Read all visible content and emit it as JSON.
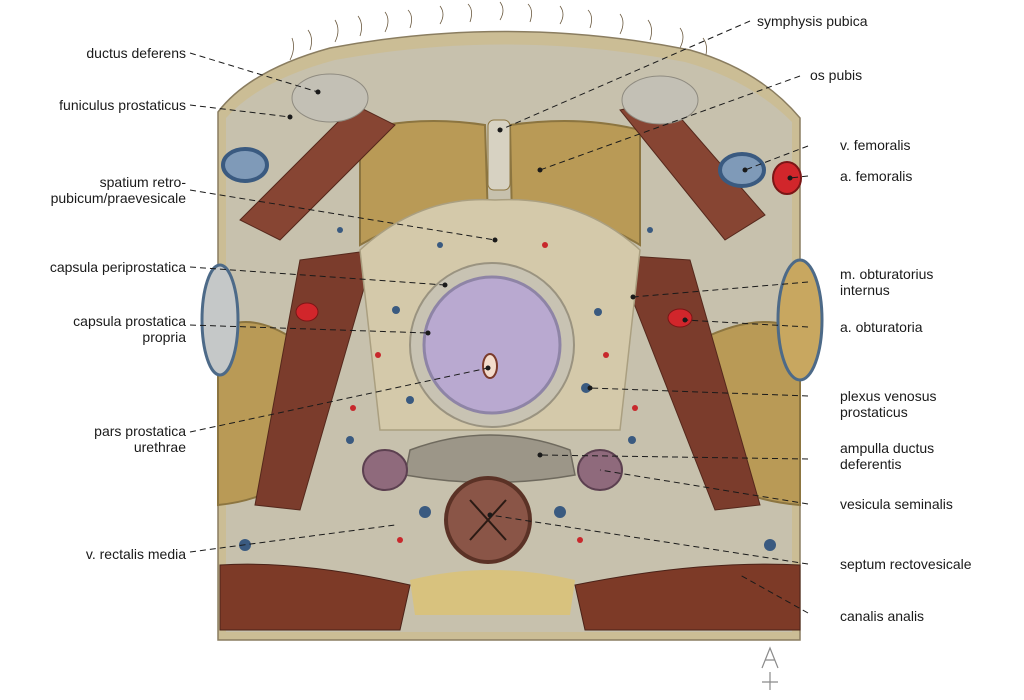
{
  "labels_left": [
    {
      "id": "ductus-deferens",
      "lines": [
        "ductus deferens"
      ]
    },
    {
      "id": "funiculus-prostaticus",
      "lines": [
        "funiculus prostaticus"
      ]
    },
    {
      "id": "spatium-retropubicum",
      "lines": [
        "spatium retro-",
        "pubicum/praevesicale"
      ]
    },
    {
      "id": "capsula-periprostatica",
      "lines": [
        "capsula periprostatica"
      ]
    },
    {
      "id": "capsula-prostatica-propria",
      "lines": [
        "capsula prostatica",
        "propria"
      ]
    },
    {
      "id": "pars-prostatica-urethrae",
      "lines": [
        "pars prostatica",
        "urethrae"
      ]
    },
    {
      "id": "v-rectalis-media",
      "lines": [
        "v. rectalis media"
      ]
    }
  ],
  "labels_right": [
    {
      "id": "symphysis-pubica",
      "lines": [
        "symphysis pubica"
      ]
    },
    {
      "id": "os-pubis",
      "lines": [
        "os pubis"
      ]
    },
    {
      "id": "v-femoralis",
      "lines": [
        "v. femoralis"
      ]
    },
    {
      "id": "a-femoralis",
      "lines": [
        "a. femoralis"
      ]
    },
    {
      "id": "m-obturatorius-internus",
      "lines": [
        "m. obturatorius",
        "internus"
      ]
    },
    {
      "id": "a-obturatoria",
      "lines": [
        "a. obturatoria"
      ]
    },
    {
      "id": "plexus-venosus-prostaticus",
      "lines": [
        "plexus venosus",
        "prostaticus"
      ]
    },
    {
      "id": "ampulla-ductus-deferentis",
      "lines": [
        "ampulla ductus",
        "deferentis"
      ]
    },
    {
      "id": "vesicula-seminalis",
      "lines": [
        "vesicula seminalis"
      ]
    },
    {
      "id": "septum-rectovesicale",
      "lines": [
        "septum rectovesicale"
      ]
    },
    {
      "id": "canalis-analis",
      "lines": [
        "canalis analis"
      ]
    }
  ],
  "colors": {
    "tissue": "#c9c1a8",
    "fat": "#d8cfae",
    "bone": "#b89a55",
    "muscle": "#7a3a2a",
    "prostate": "#b7a6cf",
    "artery": "#c8282c",
    "vein": "#3a5a80",
    "skin": "#cdbf96"
  }
}
